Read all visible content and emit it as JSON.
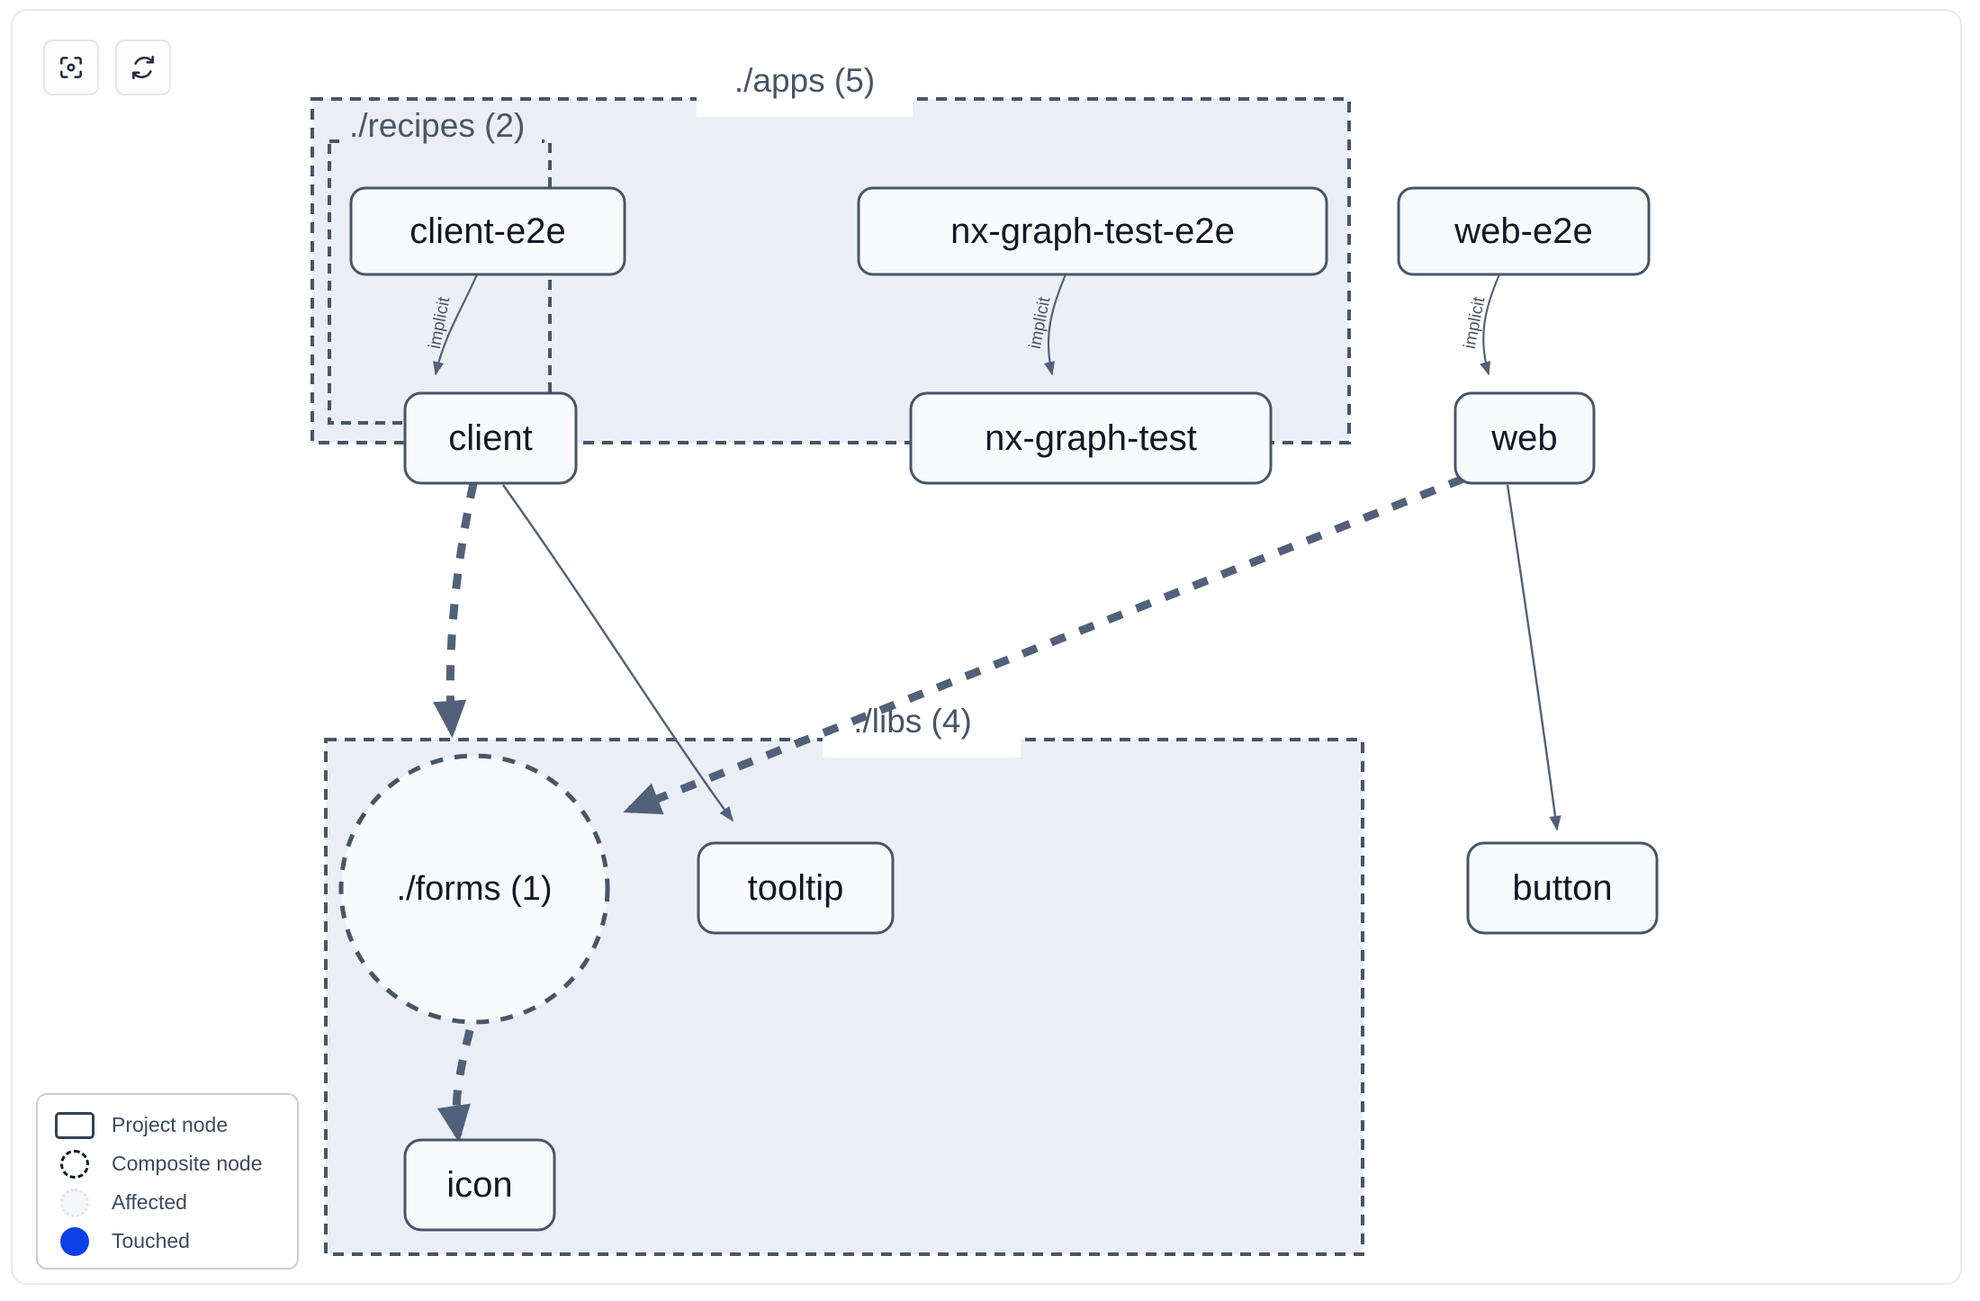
{
  "toolbar": {
    "buttons": [
      {
        "name": "focus-graph-button",
        "icon": "focus-target-icon"
      },
      {
        "name": "refresh-graph-button",
        "icon": "refresh-icon"
      }
    ]
  },
  "graph": {
    "groups": [
      {
        "id": "apps",
        "label": "./apps (5)"
      },
      {
        "id": "recipes",
        "label": "./recipes (2)"
      },
      {
        "id": "libs",
        "label": "./libs (4)"
      }
    ],
    "nodes": [
      {
        "id": "client-e2e",
        "label": "client-e2e",
        "type": "project"
      },
      {
        "id": "client",
        "label": "client",
        "type": "project"
      },
      {
        "id": "nx-graph-test-e2e",
        "label": "nx-graph-test-e2e",
        "type": "project"
      },
      {
        "id": "nx-graph-test",
        "label": "nx-graph-test",
        "type": "project"
      },
      {
        "id": "web-e2e",
        "label": "web-e2e",
        "type": "project"
      },
      {
        "id": "web",
        "label": "web",
        "type": "project"
      },
      {
        "id": "forms",
        "label": "./forms (1)",
        "type": "composite"
      },
      {
        "id": "tooltip",
        "label": "tooltip",
        "type": "project"
      },
      {
        "id": "button",
        "label": "button",
        "type": "project"
      },
      {
        "id": "icon",
        "label": "icon",
        "type": "project"
      }
    ],
    "edges": [
      {
        "from": "client-e2e",
        "to": "client",
        "label": "implicit",
        "style": "solid"
      },
      {
        "from": "nx-graph-test-e2e",
        "to": "nx-graph-test",
        "label": "implicit",
        "style": "solid"
      },
      {
        "from": "web-e2e",
        "to": "web",
        "label": "implicit",
        "style": "solid"
      },
      {
        "from": "client",
        "to": "forms",
        "label": "",
        "style": "dashed"
      },
      {
        "from": "client",
        "to": "tooltip",
        "label": "",
        "style": "solid"
      },
      {
        "from": "web",
        "to": "forms",
        "label": "",
        "style": "dashed"
      },
      {
        "from": "web",
        "to": "button",
        "label": "",
        "style": "solid"
      },
      {
        "from": "forms",
        "to": "icon",
        "label": "",
        "style": "dashed"
      }
    ]
  },
  "legend": {
    "items": [
      {
        "label": "Project node",
        "swatch": "project-node-swatch"
      },
      {
        "label": "Composite node",
        "swatch": "composite-node-swatch"
      },
      {
        "label": "Affected",
        "swatch": "affected-swatch"
      },
      {
        "label": "Touched",
        "swatch": "touched-swatch"
      }
    ]
  },
  "colors": {
    "group_fill": "#ebeff5",
    "group_border": "#475569",
    "node_fill": "#f8fafc",
    "node_border": "#475569",
    "edge": "#51617a",
    "touched": "#0b41e8",
    "text": "#111827"
  }
}
